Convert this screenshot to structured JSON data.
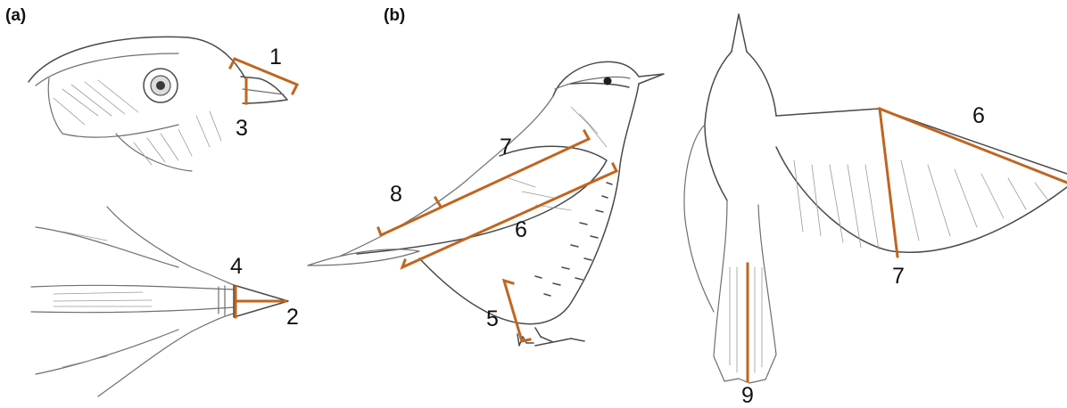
{
  "panels": {
    "a": "(a)",
    "b": "(b)"
  },
  "measurement_labels": {
    "m1": "1",
    "m2": "2",
    "m3": "3",
    "m4": "4",
    "m5": "5",
    "m6_side": "6",
    "m7_side": "7",
    "m8": "8",
    "m6_wing": "6",
    "m7_wing": "7",
    "m9": "9"
  },
  "colors": {
    "measurement": "#c0651f",
    "pencil": "#6f6f6f",
    "label": "#111111",
    "background": "#ffffff"
  }
}
